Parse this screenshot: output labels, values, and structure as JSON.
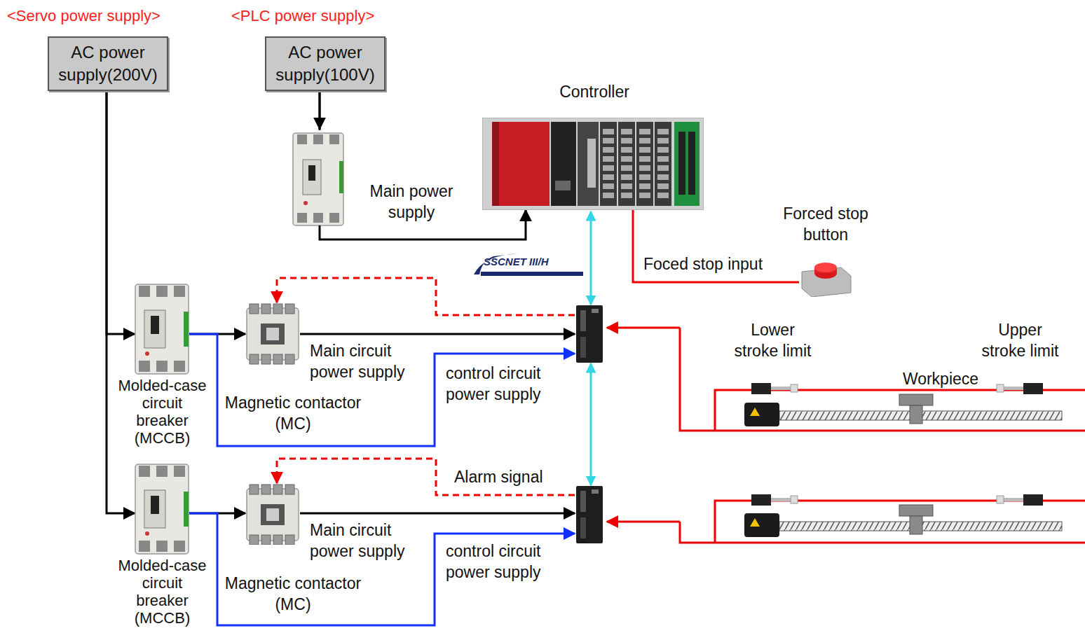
{
  "diagram": {
    "nodes": [
      {
        "text": [
          "AC power supply(200V)"
        ]
      },
      {
        "text": [
          "AC power supply(100V)"
        ]
      },
      {
        "text": [
          "Controller"
        ]
      },
      {
        "text": [
          "Forced stop button"
        ]
      },
      {
        "text": [
          "Molded-case circuit breaker (MCCB)"
        ]
      },
      {
        "text": [
          "Magnetic contactor (MC)"
        ]
      },
      {
        "text": []
      },
      {
        "text": [
          "Molded-case circuit breaker (MCCB)"
        ]
      },
      {
        "text": [
          "Magnetic contactor (MC)"
        ]
      },
      {
        "text": []
      }
    ],
    "edges": [
      {
        "from": 0,
        "to": 4,
        "arrow": "to"
      },
      {
        "from": 0,
        "to": 7,
        "arrow": "to"
      },
      {
        "from": 1,
        "to": 2,
        "arrow": "to",
        "label": "Main power supply"
      },
      {
        "from": 3,
        "to": 2,
        "arrow": "to",
        "label": "Foced stop input"
      },
      {
        "from": 2,
        "to": 6,
        "arrow": "both"
      },
      {
        "from": 6,
        "to": 9,
        "arrow": "both"
      },
      {
        "from": 4,
        "to": 5,
        "arrow": "to"
      },
      {
        "from": 5,
        "to": 6,
        "arrow": "to",
        "label": "Main circuit power supply"
      },
      {
        "from": 4,
        "to": 6,
        "arrow": "to",
        "label": "control circuit power supply"
      },
      {
        "from": 6,
        "to": 5,
        "arrow": "to"
      },
      {
        "from": 7,
        "to": 8,
        "arrow": "to"
      },
      {
        "from": 8,
        "to": 9,
        "arrow": "to",
        "label": "Main circuit power supply"
      },
      {
        "from": 7,
        "to": 9,
        "arrow": "to",
        "label": "control circuit power supply"
      },
      {
        "from": 9,
        "to": 8,
        "arrow": "to",
        "label": "Alarm signal"
      }
    ],
    "labels": [
      "<Servo power supply>",
      "<PLC power supply>",
      "SSCNET III/H",
      "Lower stroke limit",
      "Workpiece",
      "Upper stroke limit"
    ]
  }
}
